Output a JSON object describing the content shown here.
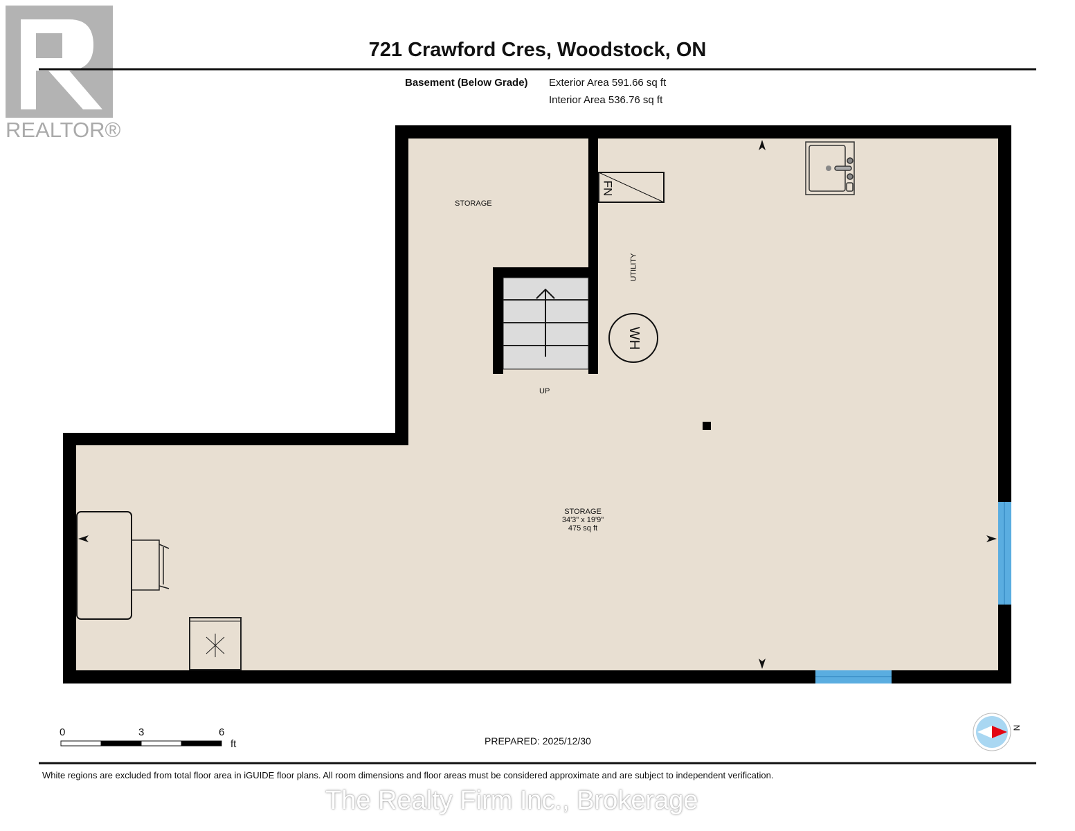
{
  "header": {
    "title": "721 Crawford Cres, Woodstock, ON",
    "level": "Basement (Below Grade)",
    "exterior_area": "Exterior Area 591.66 sq ft",
    "interior_area": "Interior Area 536.76 sq ft"
  },
  "logo": {
    "text": "REALTOR®"
  },
  "rooms": {
    "storage_small": "STORAGE",
    "utility": "UTILITY",
    "up": "UP",
    "storage_main": {
      "name": "STORAGE",
      "dims": "34'3\" x 19'9\"",
      "area": "475 sq ft"
    },
    "furnace": "FN",
    "water_heater": "WH"
  },
  "scale": {
    "ticks": [
      "0",
      "3",
      "6"
    ],
    "unit": "ft"
  },
  "prepared": "PREPARED: 2025/12/30",
  "compass": {
    "label": "N"
  },
  "footer": {
    "disclaimer": "White regions are excluded from total floor area in iGUIDE floor plans. All room dimensions and floor areas must be considered approximate and are subject to independent verification.",
    "watermark": "The Realty Firm Inc., Brokerage"
  },
  "colors": {
    "floor": "#e8dfd2",
    "wall": "#000000",
    "window": "#5aade0",
    "stairs": "#dcdcdc"
  }
}
